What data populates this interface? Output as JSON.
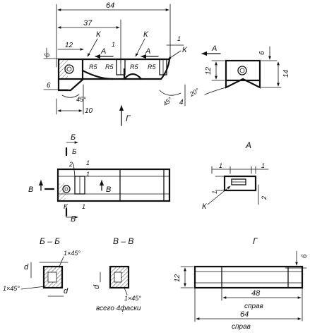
{
  "main_view": {
    "dim_total": "64",
    "dim_37": "37",
    "dim_12": "12",
    "dim_6_left": "6",
    "dim_6_bottom": "6",
    "dim_45deg": "45°",
    "dim_10": "10",
    "dim_1_a": "1",
    "dim_1_b": "1",
    "label_K1": "К",
    "label_K2": "К",
    "label_K3": "К",
    "label_A1": "A",
    "label_A2": "A",
    "radius_1": "R5",
    "radius_2": "R5",
    "radius_3": "R5",
    "radius_4": "R5",
    "dim_45deg_right": "45°",
    "dim_4": "4",
    "view_arrow_G": "Г"
  },
  "side_view": {
    "label_A": "A",
    "dim_6": "6",
    "dim_12": "12",
    "dim_14": "14",
    "dim_20deg": "20°"
  },
  "plan_view": {
    "label_B_top": "Б",
    "label_B_bottom": "Б",
    "label_V_left": "В",
    "label_V_right": "В",
    "label_K": "К",
    "dim_2": "2",
    "dim_1_a": "1",
    "dim_1_b": "1",
    "dim_1_c": "1"
  },
  "detail_A": {
    "title": "А",
    "dim_1_a": "1",
    "dim_1_b": "1",
    "dim_1_c": "1",
    "dim_2": "2",
    "label_K": "К"
  },
  "section_BB": {
    "title": "Б – Б",
    "chamfer_top": "1×45°",
    "chamfer_bottom": "1×45°",
    "dim_d_left": "d",
    "dim_d_bottom": "d"
  },
  "section_VV": {
    "title": "В – В",
    "chamfer": "1×45°",
    "dim_d": "d",
    "note": "всего 4фаски"
  },
  "view_G": {
    "title": "Г",
    "dim_6": "6",
    "dim_12": "12",
    "dim_48": "48",
    "dim_48_note": "справ",
    "dim_64": "64",
    "dim_64_note": "справ"
  }
}
